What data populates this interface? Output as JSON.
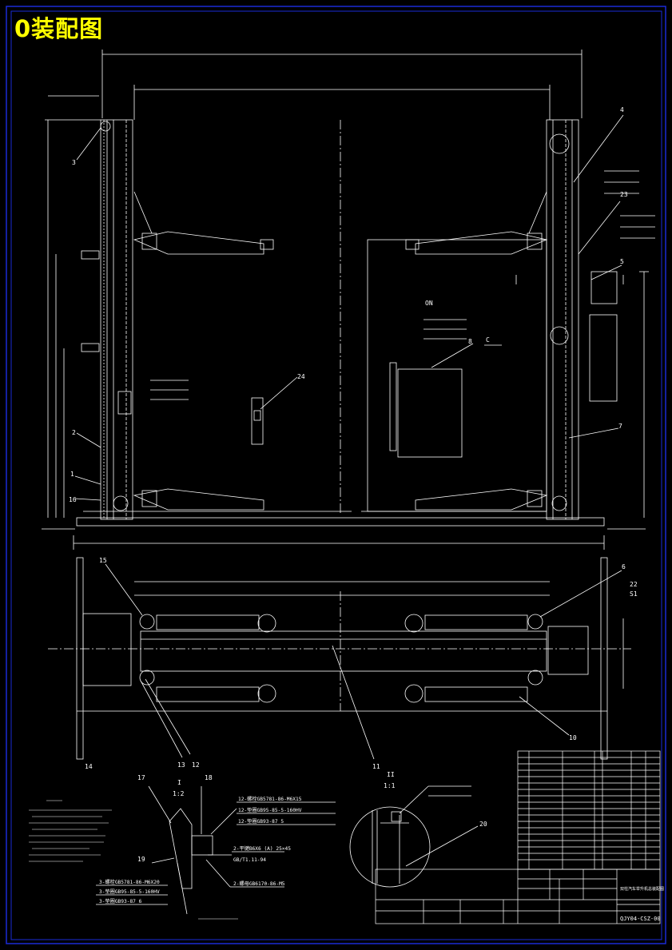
{
  "title": "0装配图",
  "colors": {
    "border": "#1a2bd6",
    "lines": "#ffffff",
    "title": "#ffff00",
    "background": "#000000"
  },
  "balloons": {
    "b1": "1",
    "b2": "2",
    "b3": "3",
    "b4": "4",
    "b5": "5",
    "b6": "6",
    "b7": "7",
    "b8": "8",
    "b10": "10",
    "b11": "11",
    "b12": "12",
    "b13": "13",
    "b14": "14",
    "b15": "15",
    "b16": "16",
    "b17": "17",
    "b18": "18",
    "b19": "19",
    "b20": "20",
    "b22": "22",
    "b23": "23",
    "b24": "24"
  },
  "views": {
    "view_on": "ON",
    "view_c": "C",
    "section_i": "I",
    "scale_i": "1:2",
    "section_ii": "II",
    "scale_ii": "1:1",
    "s1": "S1"
  },
  "callouts": {
    "c1": "12-螺栓GB5781-86-M6X15",
    "c2": "12-垫圈GB95-85-5-160HV",
    "c3": "12-垫圈GB93-87 5",
    "c4": "3-螺栓GB5781-86-M6X20",
    "c5": "3-垫圈GB95-85-5-160HV",
    "c6": "3-垫圈GB93-87 6",
    "c7": "2-平键B6X6 (A) 25×45",
    "c8": "GB/T1.11-94",
    "c9": "2-螺母GB6170-86-M5"
  },
  "title_block": {
    "drawing_no": "QJY04-CSZ-00",
    "name": "双柱汽车举升机总装配图"
  }
}
